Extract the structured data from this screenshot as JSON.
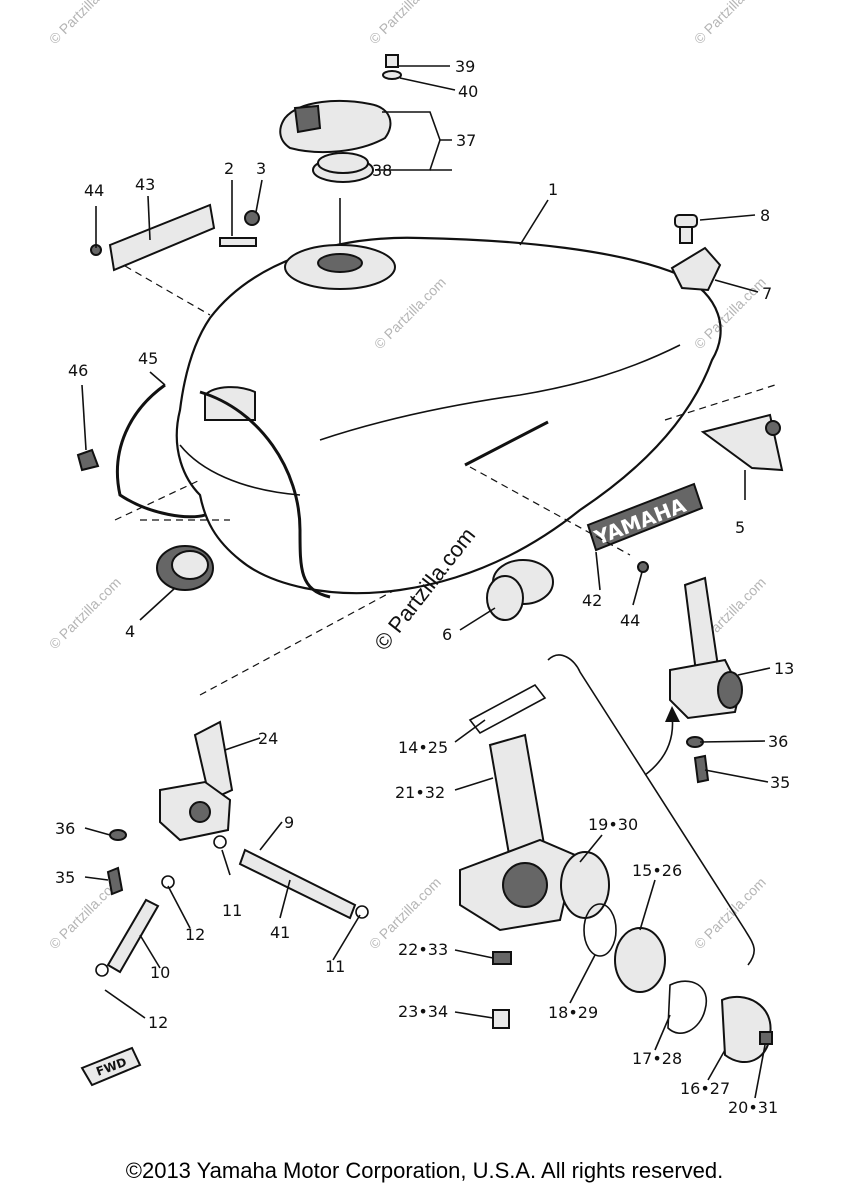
{
  "watermarks": {
    "short": "© Partzilla.com",
    "center": "© Partzilla.com"
  },
  "labels": {
    "l1": "1",
    "l2": "2",
    "l3": "3",
    "l4": "4",
    "l5": "5",
    "l6": "6",
    "l7": "7",
    "l8": "8",
    "l9": "9",
    "l10": "10",
    "l11a": "11",
    "l11b": "11",
    "l12a": "12",
    "l12b": "12",
    "l13": "13",
    "l14_25": "14•25",
    "l15_26": "15•26",
    "l16_27": "16•27",
    "l17_28": "17•28",
    "l18_29": "18•29",
    "l19_30": "19•30",
    "l20_31": "20•31",
    "l21_32": "21•32",
    "l22_33": "22•33",
    "l23_34": "23•34",
    "l24": "24",
    "l35a": "35",
    "l35b": "35",
    "l36a": "36",
    "l36b": "36",
    "l37": "37",
    "l38": "38",
    "l39": "39",
    "l40": "40",
    "l41": "41",
    "l42": "42",
    "l43": "43",
    "l44a": "44",
    "l44b": "44",
    "l45": "45",
    "l46": "46"
  },
  "decal_text": "YAMAHA",
  "fwd_text": "FWD",
  "footer": "©2013 Yamaha Motor Corporation, U.S.A. All rights reserved."
}
